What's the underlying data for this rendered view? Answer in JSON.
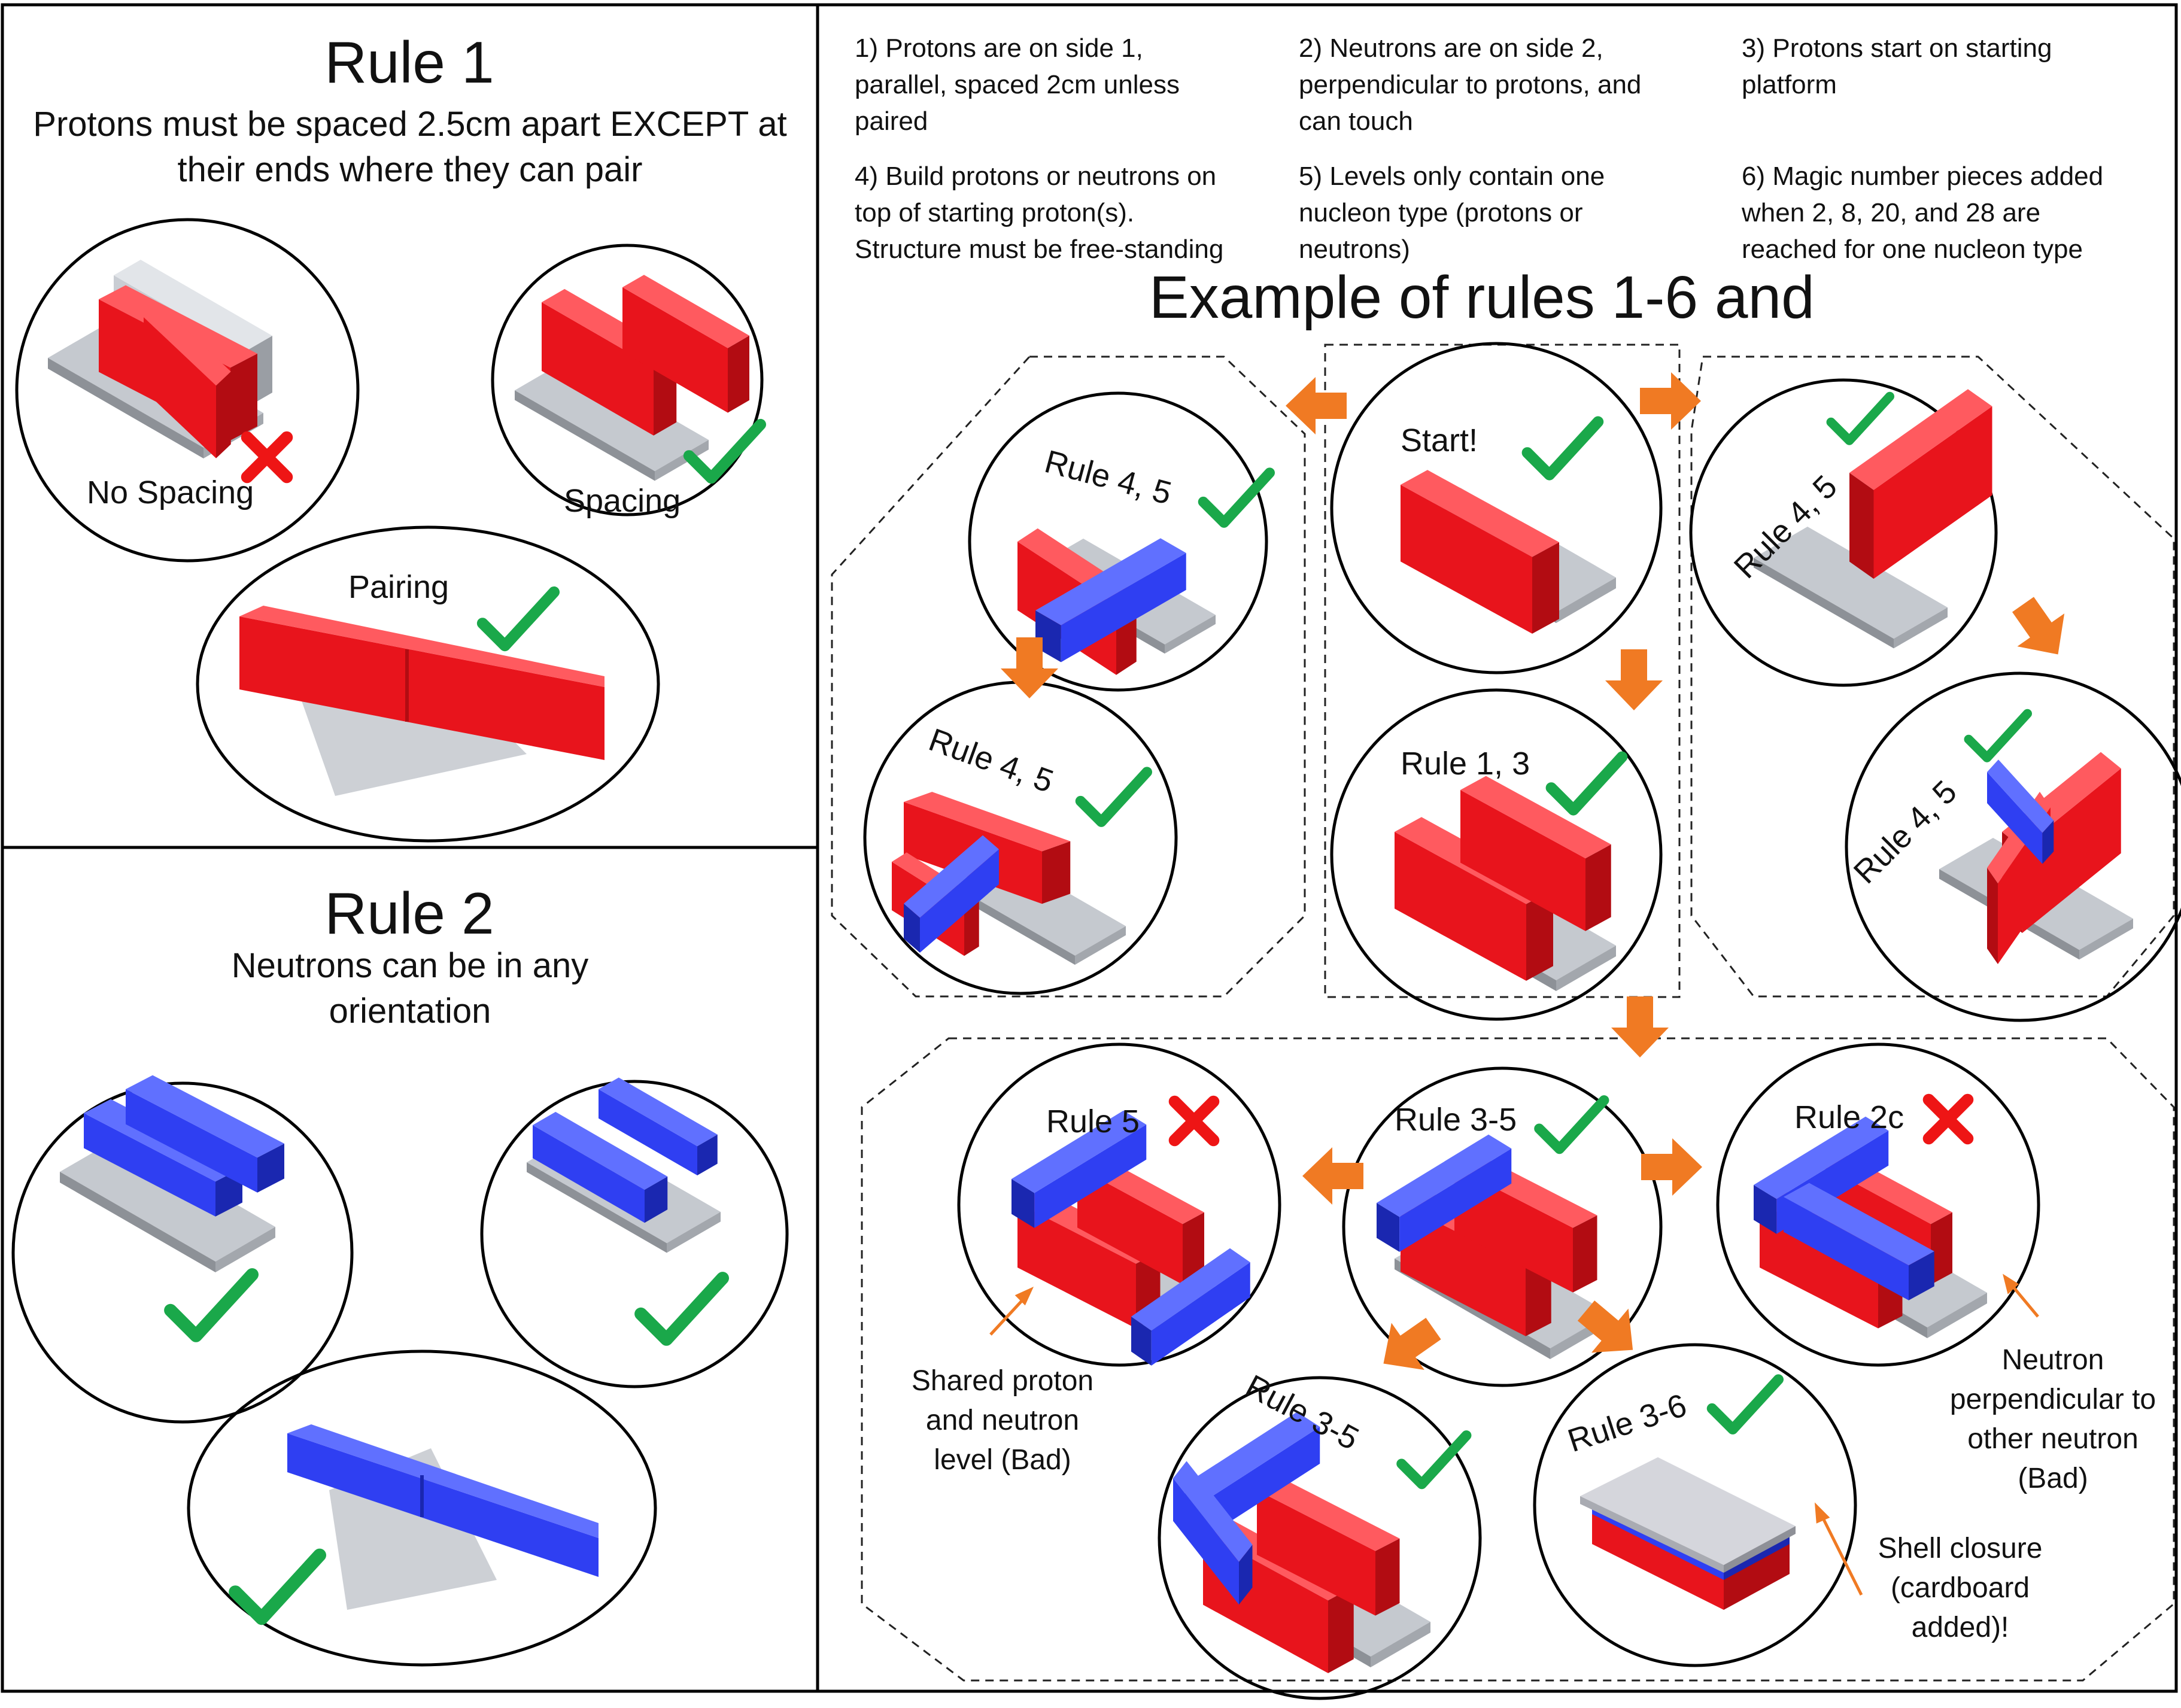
{
  "rule1": {
    "title": "Rule 1",
    "subtitle": "Protons must be spaced 2.5cm apart EXCEPT at their ends where they can pair",
    "no_spacing": "No Spacing",
    "spacing": "Spacing",
    "pairing": "Pairing"
  },
  "rule2": {
    "title": "Rule 2",
    "subtitle": "Neutrons can be in any orientation"
  },
  "top_rules": [
    "1) Protons are on side 1,\nparallel, spaced 2cm unless\npaired",
    "2) Neutrons are on side 2,\nperpendicular to protons, and\ncan touch",
    "3) Protons start on starting\nplatform",
    "4) Build protons or neutrons on\ntop of starting proton(s).\nStructure must be free-standing",
    "5) Levels only contain one\nnucleon type (protons or\nneutrons)",
    "6) Magic number pieces added\nwhen 2, 8, 20, and 28 are\nreached for one nucleon type"
  ],
  "example_title": "Example of rules 1-6 and",
  "steps": {
    "start": "Start!",
    "rule13": "Rule 1, 3",
    "left_top": "Rule 4, 5",
    "left_bottom": "Rule 4, 5",
    "right_top": "Rule 4, 5",
    "right_bottom": "Rule 4, 5",
    "center": "Rule 3-5",
    "bad_left": "Rule 5",
    "bad_right": "Rule 2c",
    "bottom_left": "Rule 3-5",
    "bottom_right": "Rule 3-6"
  },
  "annotations": {
    "shared": "Shared proton\nand neutron\nlevel (Bad)",
    "perp": "Neutron\nperpendicular to\nother neutron\n(Bad)",
    "shell": "Shell closure\n(cardboard\nadded)!"
  },
  "colors": {
    "proton": "#e8141c",
    "neutron": "#2f3ff2",
    "platform": "#c2c6cc",
    "cardboard": "#d0d0d6",
    "arrow": "#f07a23",
    "check": "#1aa84a",
    "cross": "#ee1515"
  },
  "icons": [
    "check-icon",
    "cross-icon",
    "arrow-icon"
  ]
}
